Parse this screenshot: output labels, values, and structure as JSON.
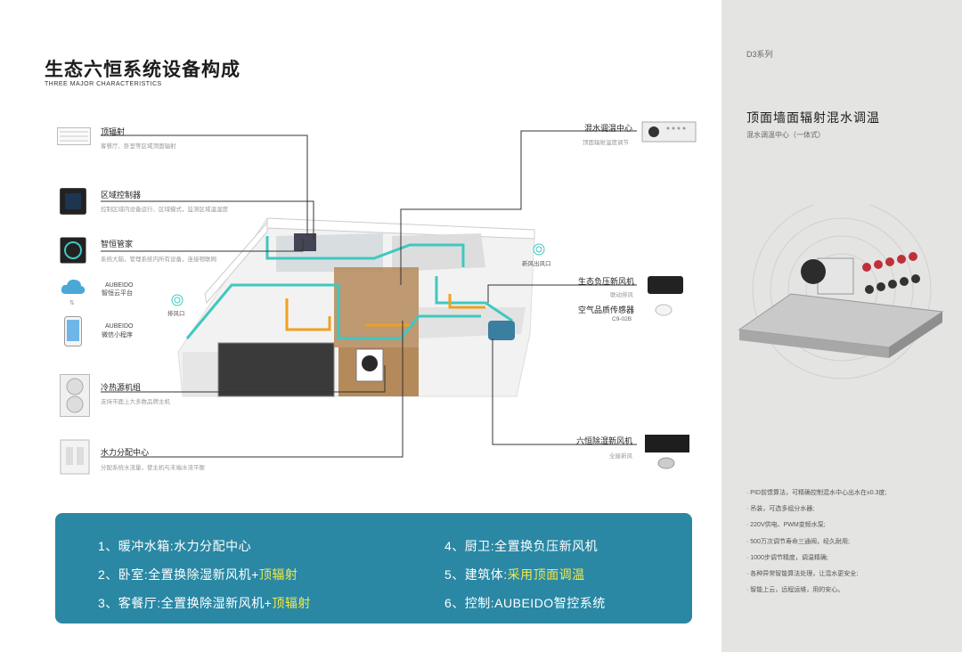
{
  "header": {
    "title": "生态六恒系统设备构成",
    "subtitle": "THREE MAJOR CHARACTERISTICS"
  },
  "left_items": [
    {
      "label": "顶辐射",
      "desc": "客餐厅、卧室等区域顶面辐射"
    },
    {
      "label": "区域控制器",
      "desc": "控制区域内设备运行、区域模式，监测区域温湿度"
    },
    {
      "label": "智恒管家",
      "desc": "系统大脑，管理系统内所有设备，连接物联网"
    },
    {
      "label": "AUBEIDO",
      "label2": "智恒云平台"
    },
    {
      "label": "AUBEIDO",
      "label2": "微信小程序"
    },
    {
      "label": "冷热源机组",
      "desc": "支持市面上大多数品牌主机"
    },
    {
      "label": "水力分配中心",
      "desc": "分配系统水流量，使主机与末端水流平衡"
    }
  ],
  "right_items": [
    {
      "label": "混水调温中心",
      "desc": "顶面辐射温度调节"
    },
    {
      "label": "新风出风口"
    },
    {
      "label": "生态负压新风机",
      "desc": "联动排风"
    },
    {
      "label": "空气品质传感器",
      "desc": "C9-02B"
    },
    {
      "label": "六恒除湿新风机",
      "desc": "全屋新风"
    }
  ],
  "exhaust_label": "排风口",
  "summary": [
    {
      "prefix": "1、暖冲水箱:水力分配中心",
      "highlight": ""
    },
    {
      "prefix": "2、卧室:全置换除湿新风机+",
      "highlight": "顶辐射"
    },
    {
      "prefix": "3、客餐厅:全置换除湿新风机+",
      "highlight": "顶辐射"
    },
    {
      "prefix": "4、厨卫:全置换负压新风机",
      "highlight": ""
    },
    {
      "prefix": "5、建筑体:",
      "highlight": "采用顶面调温"
    },
    {
      "prefix": "6、控制:AUBEIDO智控系统",
      "highlight": ""
    }
  ],
  "sidebar": {
    "series": "D3系列",
    "title": "顶面墙面辐射混水调温",
    "subtitle": "混水调温中心（一体式）",
    "features": [
      "· PID前馈算法，可精确控制混水中心出水在±0.3度;",
      "· 吊装，可选多组分水器;",
      "· 220V供电、PWM变频水泵;",
      "· 500万次调节寿命三通阀，经久耐用;",
      "· 1000步调节精度，调温精确;",
      "· 各种异常智能算法处理，让混水更安全;",
      "· 智能上云，远程运维，用的安心。"
    ]
  },
  "colors": {
    "panel": "#2a88a4",
    "highlight": "#f3e94a",
    "pipe": "#3fc8c0",
    "pipe_hot": "#f0a020"
  }
}
